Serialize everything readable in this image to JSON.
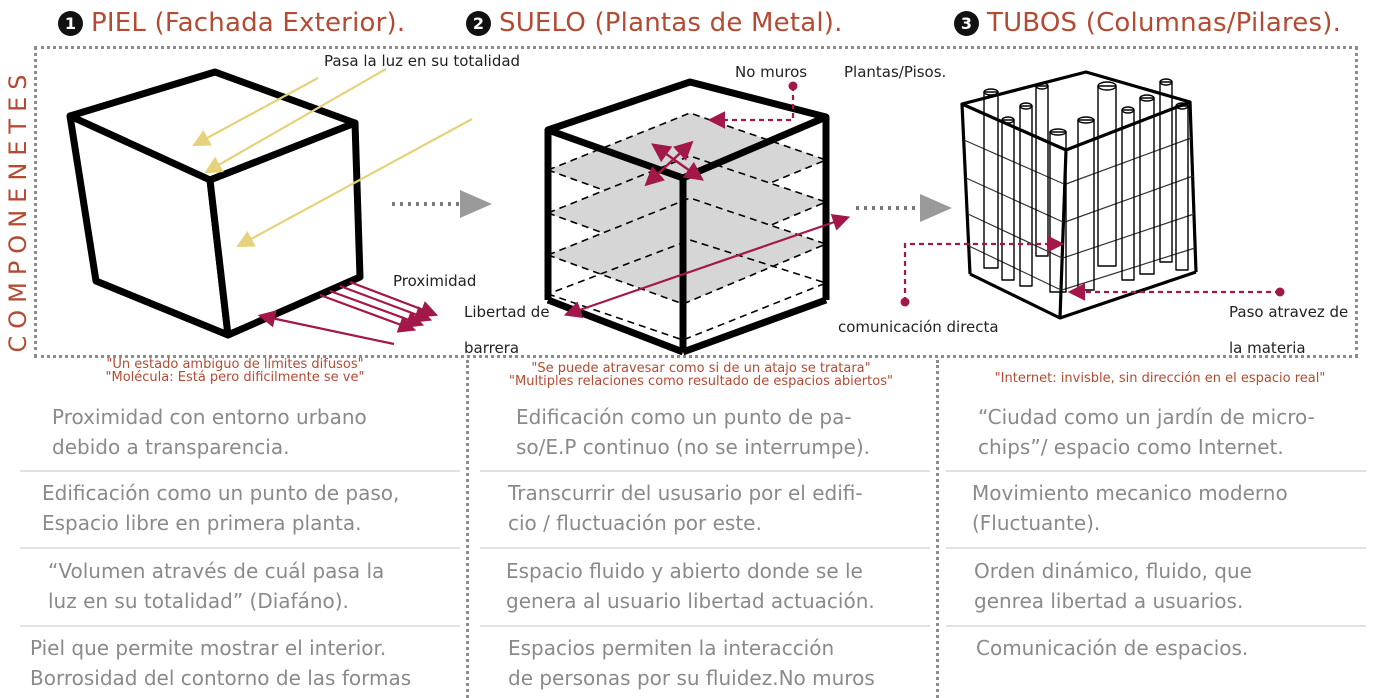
{
  "headings": [
    {
      "number": "1",
      "text": "PIEL (Fachada Exterior)."
    },
    {
      "number": "2",
      "text": "SUELO (Plantas de Metal)."
    },
    {
      "number": "3",
      "text": "TUBOS (Columnas/Pilares)."
    }
  ],
  "side_label": "COMPONENETES",
  "labels": {
    "pasa_luz": "Pasa la luz en su totalidad",
    "proximidad": "Proximidad",
    "no_muros": "No muros",
    "plantas": "Plantas/Pisos.",
    "libertad_1": "Libertad de",
    "libertad_2": "barrera",
    "comunicacion": "comunicación directa",
    "paso_1": "Paso atravez de",
    "paso_2": "la materia"
  },
  "quotes": {
    "col1": [
      "\"Un estado ambiguo de límites difusos\"",
      "\"Molécula: Está pero dificilmente se ve\""
    ],
    "col2": [
      "\"Se puede atravesar como si de un atajo se tratara\"",
      "\"Multiples relaciones como resultado de espacios abiertos\""
    ],
    "col3": [
      "\"Internet: invisble, sin dirección en el espacio real\""
    ]
  },
  "columns": [
    {
      "items": [
        [
          "Proximidad con entorno urbano",
          "debido a transparencia."
        ],
        [
          "Edificación como un punto de paso,",
          "Espacio libre en primera planta."
        ],
        [
          "“Volumen através de cuál pasa la",
          "luz en su totalidad” (Diafáno)."
        ],
        [
          "Piel que permite mostrar el interior.",
          "Borrosidad del contorno de las formas"
        ]
      ]
    },
    {
      "items": [
        [
          "Edificación como un punto de pa-",
          "so/E.P continuo (no se interrumpe)."
        ],
        [
          "Transcurrir del ususario por el edifi-",
          "cio / fluctuación por este."
        ],
        [
          "Espacio fluido y abierto donde se le",
          "genera al usuario libertad actuación."
        ],
        [
          "Espacios permiten la interacción",
          "de personas por su fluidez.No muros"
        ]
      ]
    },
    {
      "items": [
        [
          "“Ciudad como un jardín de micro-",
          "chips”/ espacio como Internet."
        ],
        [
          "Movimiento mecanico moderno",
          "(Fluctuante)."
        ],
        [
          "Orden dinámico, fluido, que",
          "genrea libertad a usuarios."
        ],
        [
          "Comunicación de espacios."
        ]
      ]
    }
  ],
  "colors": {
    "accent": "#b54a33",
    "arrow_red": "#a3174a",
    "light_ray": "#e6d27a",
    "text_grey": "#8a8a8a"
  }
}
